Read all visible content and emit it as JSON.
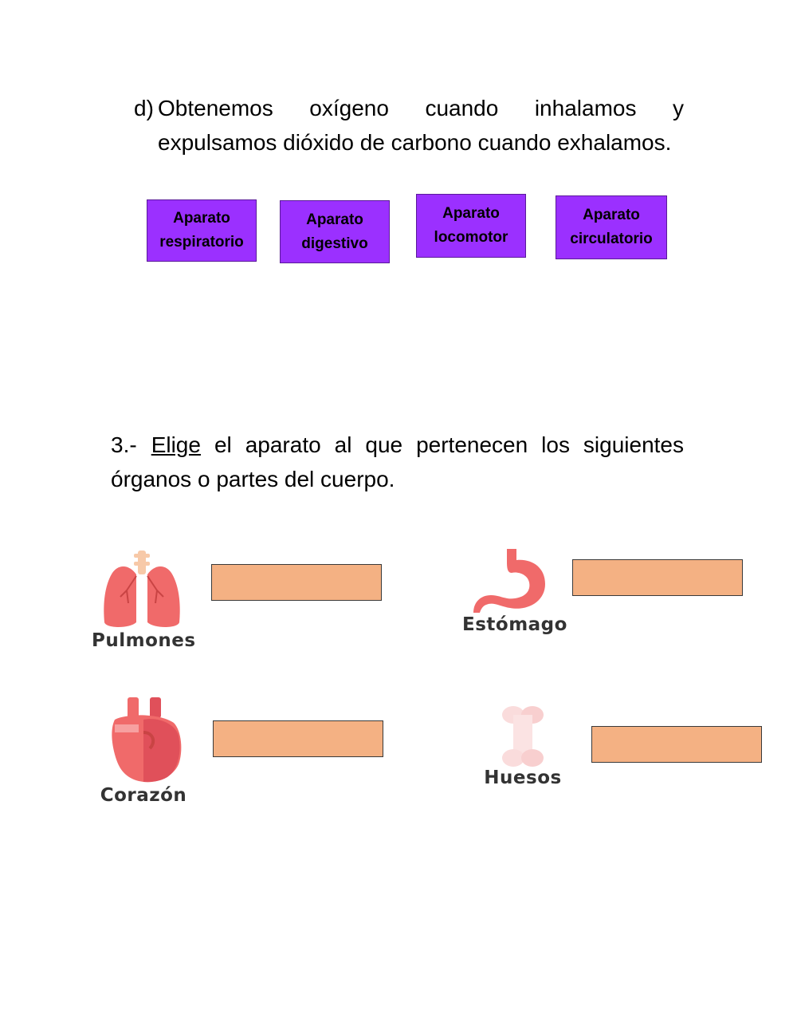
{
  "question_d": {
    "letter": "d)",
    "text": "Obtenemos oxígeno cuando inhalamos y expulsamos dióxido de carbono cuando exhalamos."
  },
  "options": [
    {
      "label": "Aparato respiratorio"
    },
    {
      "label": "Aparato digestivo"
    },
    {
      "label": "Aparato locomotor"
    },
    {
      "label": "Aparato circulatorio"
    }
  ],
  "section3": {
    "number": "3.-",
    "verb": "Elige",
    "rest": "el aparato al que pertenecen los siguientes órganos o partes del cuerpo."
  },
  "organs": [
    {
      "label": "Pulmones",
      "icon": "lungs-icon"
    },
    {
      "label": "Estómago",
      "icon": "stomach-icon"
    },
    {
      "label": "Corazón",
      "icon": "heart-icon"
    },
    {
      "label": "Huesos",
      "icon": "bone-icon"
    }
  ],
  "colors": {
    "option_bg": "#9b30ff",
    "dropzone_bg": "#f4b183",
    "organ_red": "#f06a6a"
  }
}
